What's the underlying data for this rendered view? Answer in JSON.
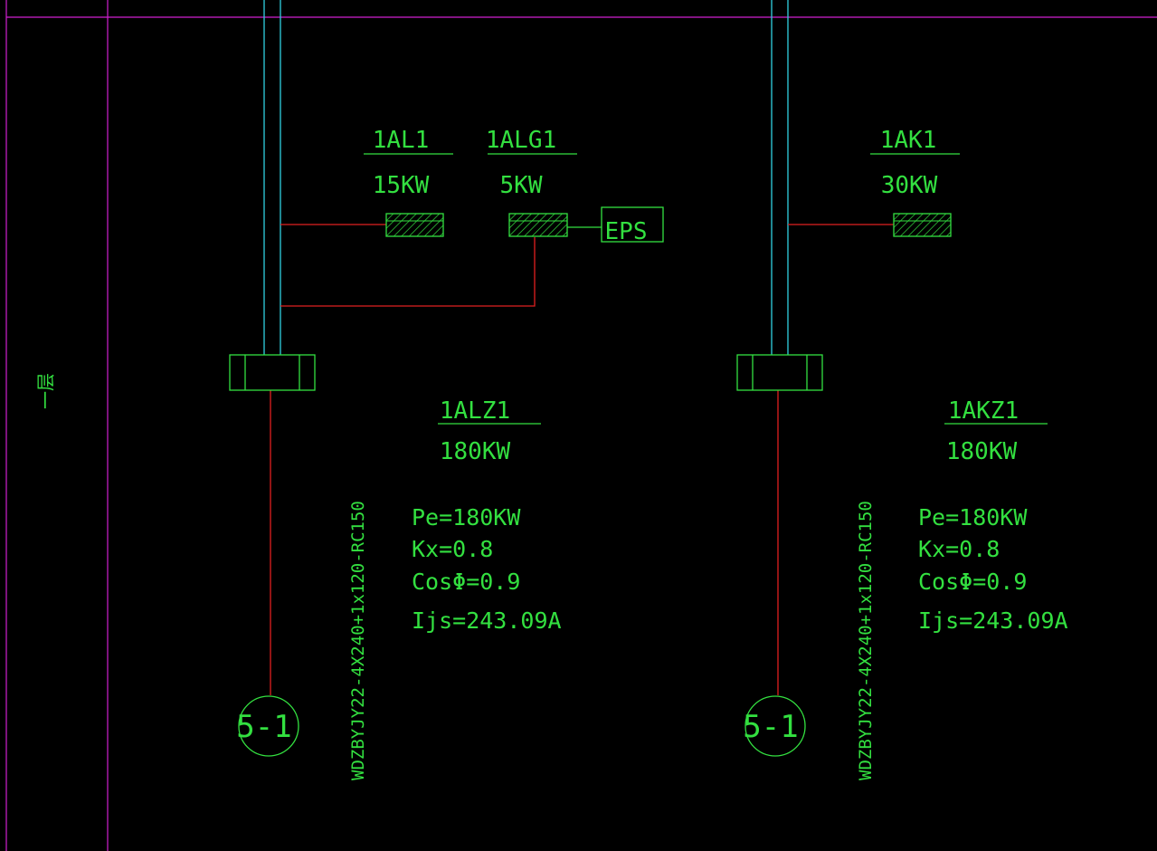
{
  "floor_label": "一层",
  "colors": {
    "background": "#000000",
    "magenta": "#d020d0",
    "cyan": "#30d0e0",
    "red": "#e02020",
    "green": "#33e040"
  },
  "left": {
    "tap_1": {
      "label": "1AL1",
      "power": "15KW"
    },
    "tap_2": {
      "label": "1ALG1",
      "power": "5KW"
    },
    "eps_label": "EPS",
    "main": {
      "label": "1ALZ1",
      "power": "180KW"
    },
    "calc": {
      "pe": "Pe=180KW",
      "kx": "Kx=0.8",
      "cos": "CosΦ=0.9",
      "ijs": "Ijs=243.09A"
    },
    "cable": "WDZBYJY22-4X240+1x120-RC150",
    "node": "5-1"
  },
  "right": {
    "tap_1": {
      "label": "1AK1",
      "power": "30KW"
    },
    "main": {
      "label": "1AKZ1",
      "power": "180KW"
    },
    "calc": {
      "pe": "Pe=180KW",
      "kx": "Kx=0.8",
      "cos": "CosΦ=0.9",
      "ijs": "Ijs=243.09A"
    },
    "cable": "WDZBYJY22-4X240+1x120-RC150",
    "node": "5-1"
  }
}
